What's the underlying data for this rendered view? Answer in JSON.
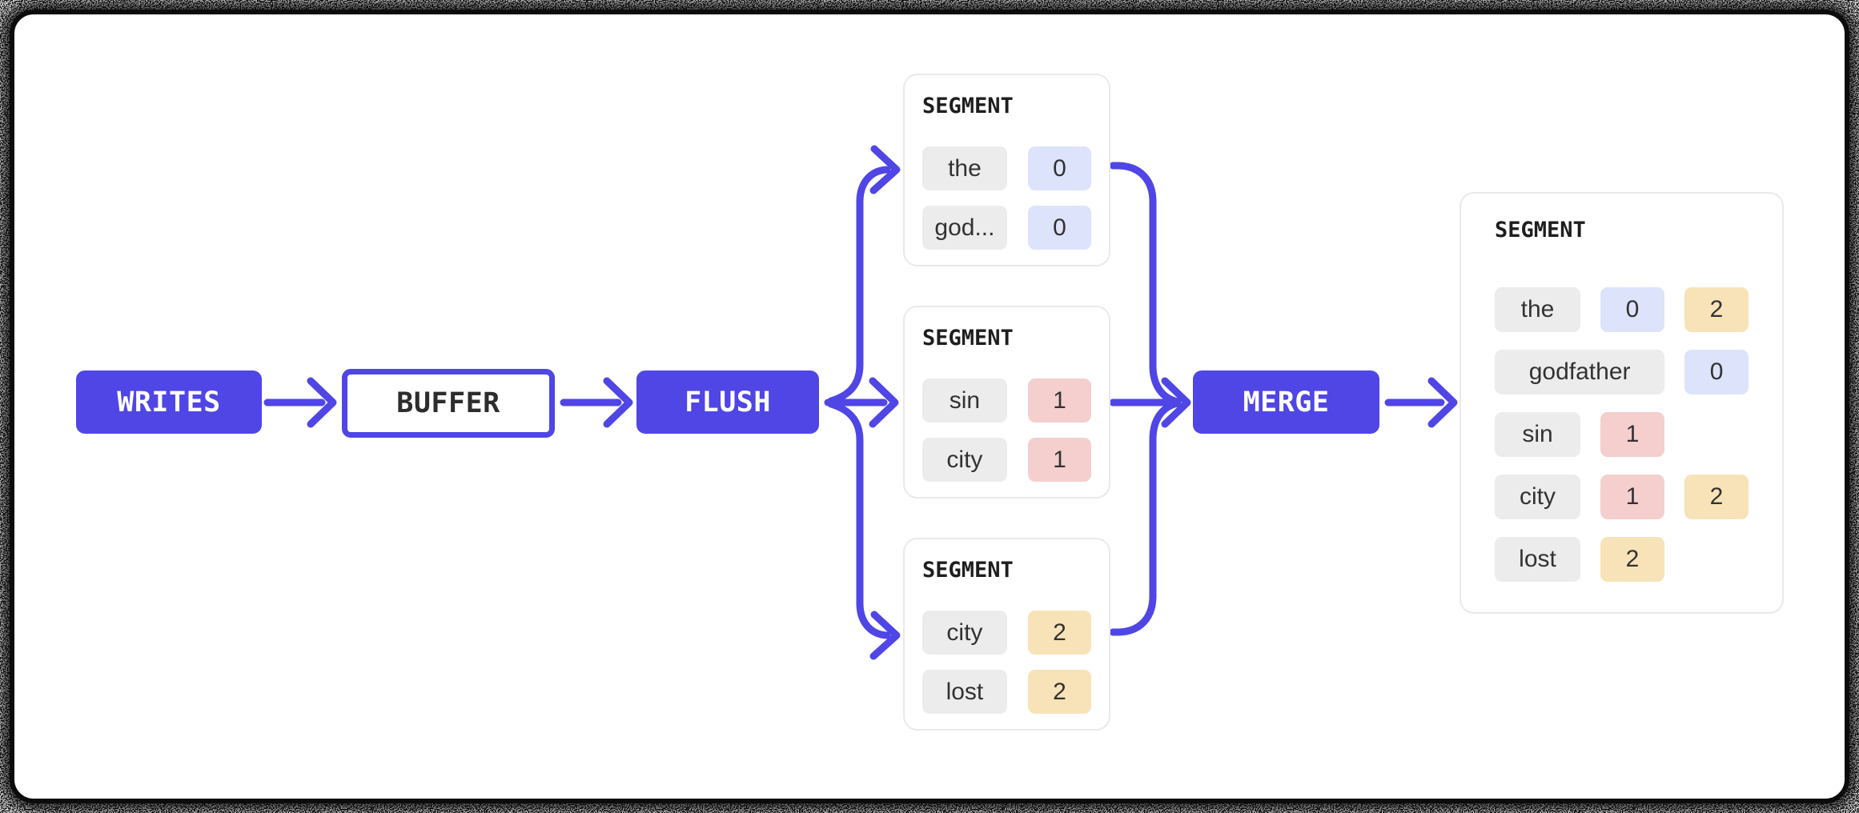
{
  "colors": {
    "accent": "#4f46e5",
    "chip_gray": "#ececec",
    "chip_blue": "#dde3fb",
    "chip_pink": "#f4cfce",
    "chip_yellow": "#f8e3b8",
    "card_border": "#e9e9e9"
  },
  "nodes": {
    "writes": {
      "label": "WRITES"
    },
    "buffer": {
      "label": "BUFFER"
    },
    "flush": {
      "label": "FLUSH"
    },
    "merge": {
      "label": "MERGE"
    }
  },
  "segments": [
    {
      "title": "SEGMENT",
      "rows": [
        {
          "term": "the",
          "postings": [
            {
              "value": "0",
              "color": "blue"
            }
          ]
        },
        {
          "term": "god...",
          "postings": [
            {
              "value": "0",
              "color": "blue"
            }
          ]
        }
      ]
    },
    {
      "title": "SEGMENT",
      "rows": [
        {
          "term": "sin",
          "postings": [
            {
              "value": "1",
              "color": "pink"
            }
          ]
        },
        {
          "term": "city",
          "postings": [
            {
              "value": "1",
              "color": "pink"
            }
          ]
        }
      ]
    },
    {
      "title": "SEGMENT",
      "rows": [
        {
          "term": "city",
          "postings": [
            {
              "value": "2",
              "color": "yellow"
            }
          ]
        },
        {
          "term": "lost",
          "postings": [
            {
              "value": "2",
              "color": "yellow"
            }
          ]
        }
      ]
    }
  ],
  "merged_segment": {
    "title": "SEGMENT",
    "rows": [
      {
        "term": "the",
        "postings": [
          {
            "value": "0",
            "color": "blue"
          },
          {
            "value": "2",
            "color": "yellow"
          }
        ]
      },
      {
        "term": "godfather",
        "postings": [
          {
            "value": "0",
            "color": "blue"
          }
        ]
      },
      {
        "term": "sin",
        "postings": [
          {
            "value": "1",
            "color": "pink"
          }
        ]
      },
      {
        "term": "city",
        "postings": [
          {
            "value": "1",
            "color": "pink"
          },
          {
            "value": "2",
            "color": "yellow"
          }
        ]
      },
      {
        "term": "lost",
        "postings": [
          {
            "value": "2",
            "color": "yellow"
          }
        ]
      }
    ]
  }
}
